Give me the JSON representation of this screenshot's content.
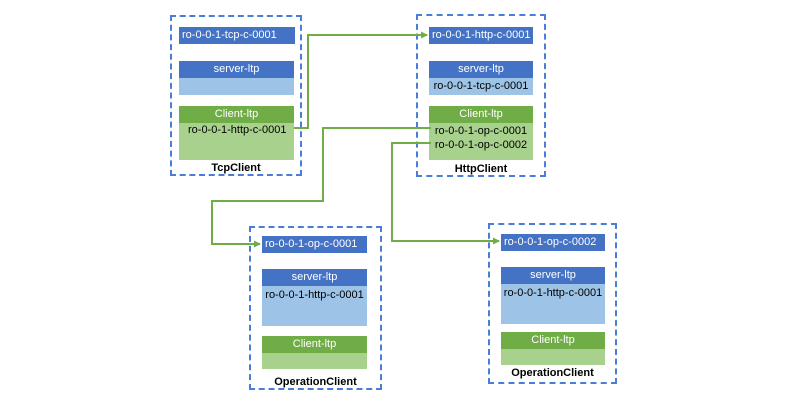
{
  "colors": {
    "dashed_border": "#4a7dd6",
    "id_header": "#4472c4",
    "server_body": "#9dc3e6",
    "client_header": "#70ad47",
    "client_body": "#a9d18e",
    "connector": "#70ad47"
  },
  "tcp_client": {
    "caption": "TcpClient",
    "id": "ro-0-0-1-tcp-c-0001",
    "server_header": "server-ltp",
    "server_entries": [],
    "client_header": "Client-ltp",
    "client_entries": [
      "ro-0-0-1-http-c-0001"
    ]
  },
  "http_client": {
    "caption": "HttpClient",
    "id": "ro-0-0-1-http-c-0001",
    "server_header": "server-ltp",
    "server_entries": [
      "ro-0-0-1-tcp-c-0001"
    ],
    "client_header": "Client-ltp",
    "client_entries": [
      "ro-0-0-1-op-c-0001",
      "ro-0-0-1-op-c-0002"
    ]
  },
  "operation_client_1": {
    "caption": "OperationClient",
    "id": "ro-0-0-1-op-c-0001",
    "server_header": "server-ltp",
    "server_entries": [
      "ro-0-0-1-http-c-0001"
    ],
    "client_header": "Client-ltp",
    "client_entries": []
  },
  "operation_client_2": {
    "caption": "OperationClient",
    "id": "ro-0-0-1-op-c-0002",
    "server_header": "server-ltp",
    "server_entries": [
      "ro-0-0-1-http-c-0001"
    ],
    "client_header": "Client-ltp",
    "client_entries": []
  }
}
